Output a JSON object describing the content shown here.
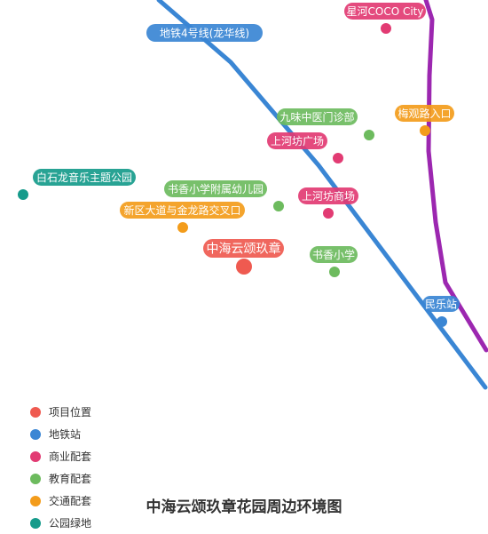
{
  "title": "中海云颂玖章花园周边环境图",
  "category_colors": {
    "project": "#ef5a50",
    "metro": "#3a86d4",
    "commercial": "#e23b73",
    "education": "#6dbb5e",
    "transport": "#f39c1b",
    "park": "#169b8b",
    "line4": "#3a86d4",
    "longhua_other_line": "#9c27b0"
  },
  "legend": [
    {
      "label": "项目位置",
      "category": "project"
    },
    {
      "label": "地铁站",
      "category": "metro"
    },
    {
      "label": "商业配套",
      "category": "commercial"
    },
    {
      "label": "教育配套",
      "category": "education"
    },
    {
      "label": "交通配套",
      "category": "transport"
    },
    {
      "label": "公园绿地",
      "category": "park"
    }
  ],
  "lines": [
    {
      "label": "地铁4号线(龙华线)",
      "category": "line4"
    },
    {
      "label": "",
      "category": "longhua_other_line"
    }
  ],
  "points": [
    {
      "label": "星河COCO City",
      "category": "commercial"
    },
    {
      "label": "地铁4号线(龙华线)",
      "category": "metro"
    },
    {
      "label": "九味中医门诊部",
      "category": "education"
    },
    {
      "label": "梅观路入口",
      "category": "transport"
    },
    {
      "label": "上河坊广场",
      "category": "commercial"
    },
    {
      "label": "白石龙音乐主题公园",
      "category": "park"
    },
    {
      "label": "书香小学附属幼儿园",
      "category": "education"
    },
    {
      "label": "上河坊商场",
      "category": "commercial"
    },
    {
      "label": "新区大道与金龙路交叉口",
      "category": "transport"
    },
    {
      "label": "中海云颂玖章",
      "category": "project"
    },
    {
      "label": "书香小学",
      "category": "education"
    },
    {
      "label": "民乐站",
      "category": "metro"
    }
  ]
}
